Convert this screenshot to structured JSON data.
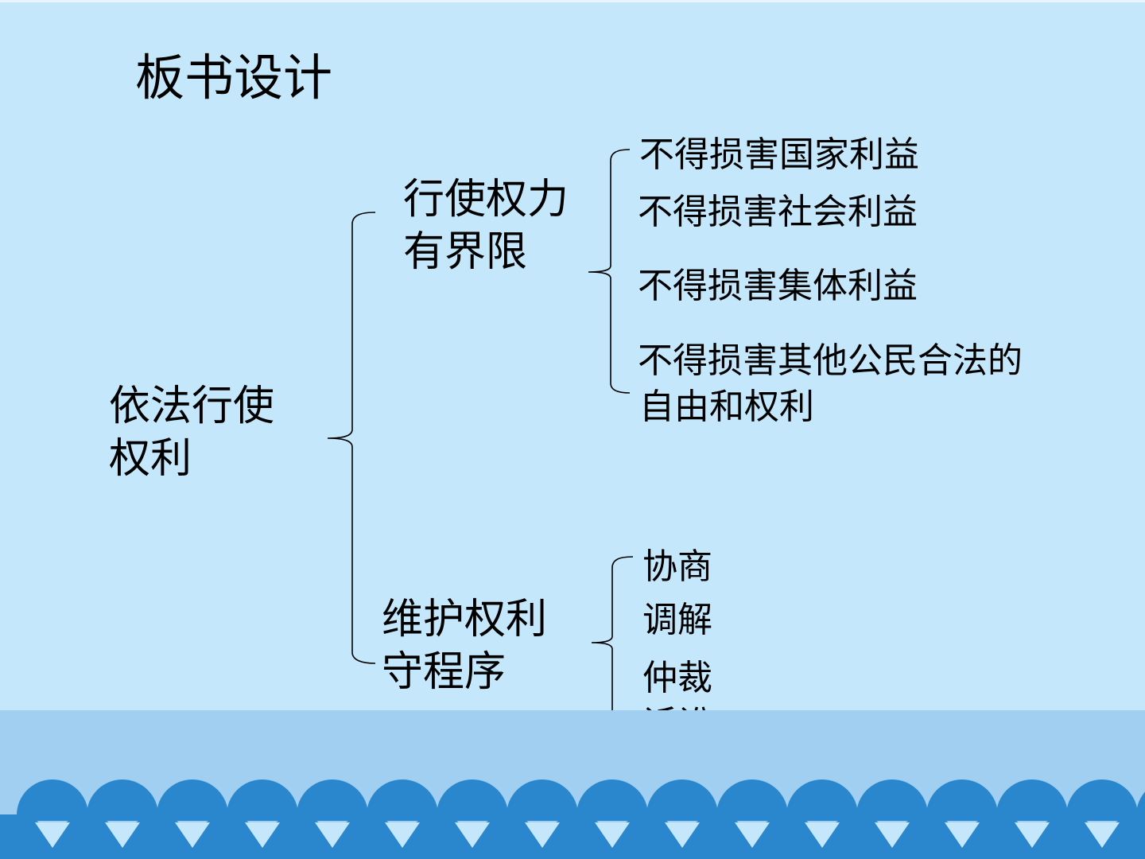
{
  "title": "板书设计",
  "root": {
    "line1": "依法行使",
    "line2": "权利"
  },
  "branches": [
    {
      "line1": "行使权力",
      "line2": "有界限",
      "leaves": [
        "不得损害国家利益",
        "不得损害社会利益",
        "不得损害集体利益",
        "不得损害其他公民合法的",
        "自由和权利"
      ]
    },
    {
      "line1": "维护权利",
      "line2": "守程序",
      "leaves": [
        "协商",
        "调解",
        "仲裁",
        "诉讼"
      ]
    }
  ],
  "colors": {
    "background": "#c5e7fb",
    "band": "#a0cff2",
    "scale": "#2a87cd",
    "line": "#000000"
  }
}
